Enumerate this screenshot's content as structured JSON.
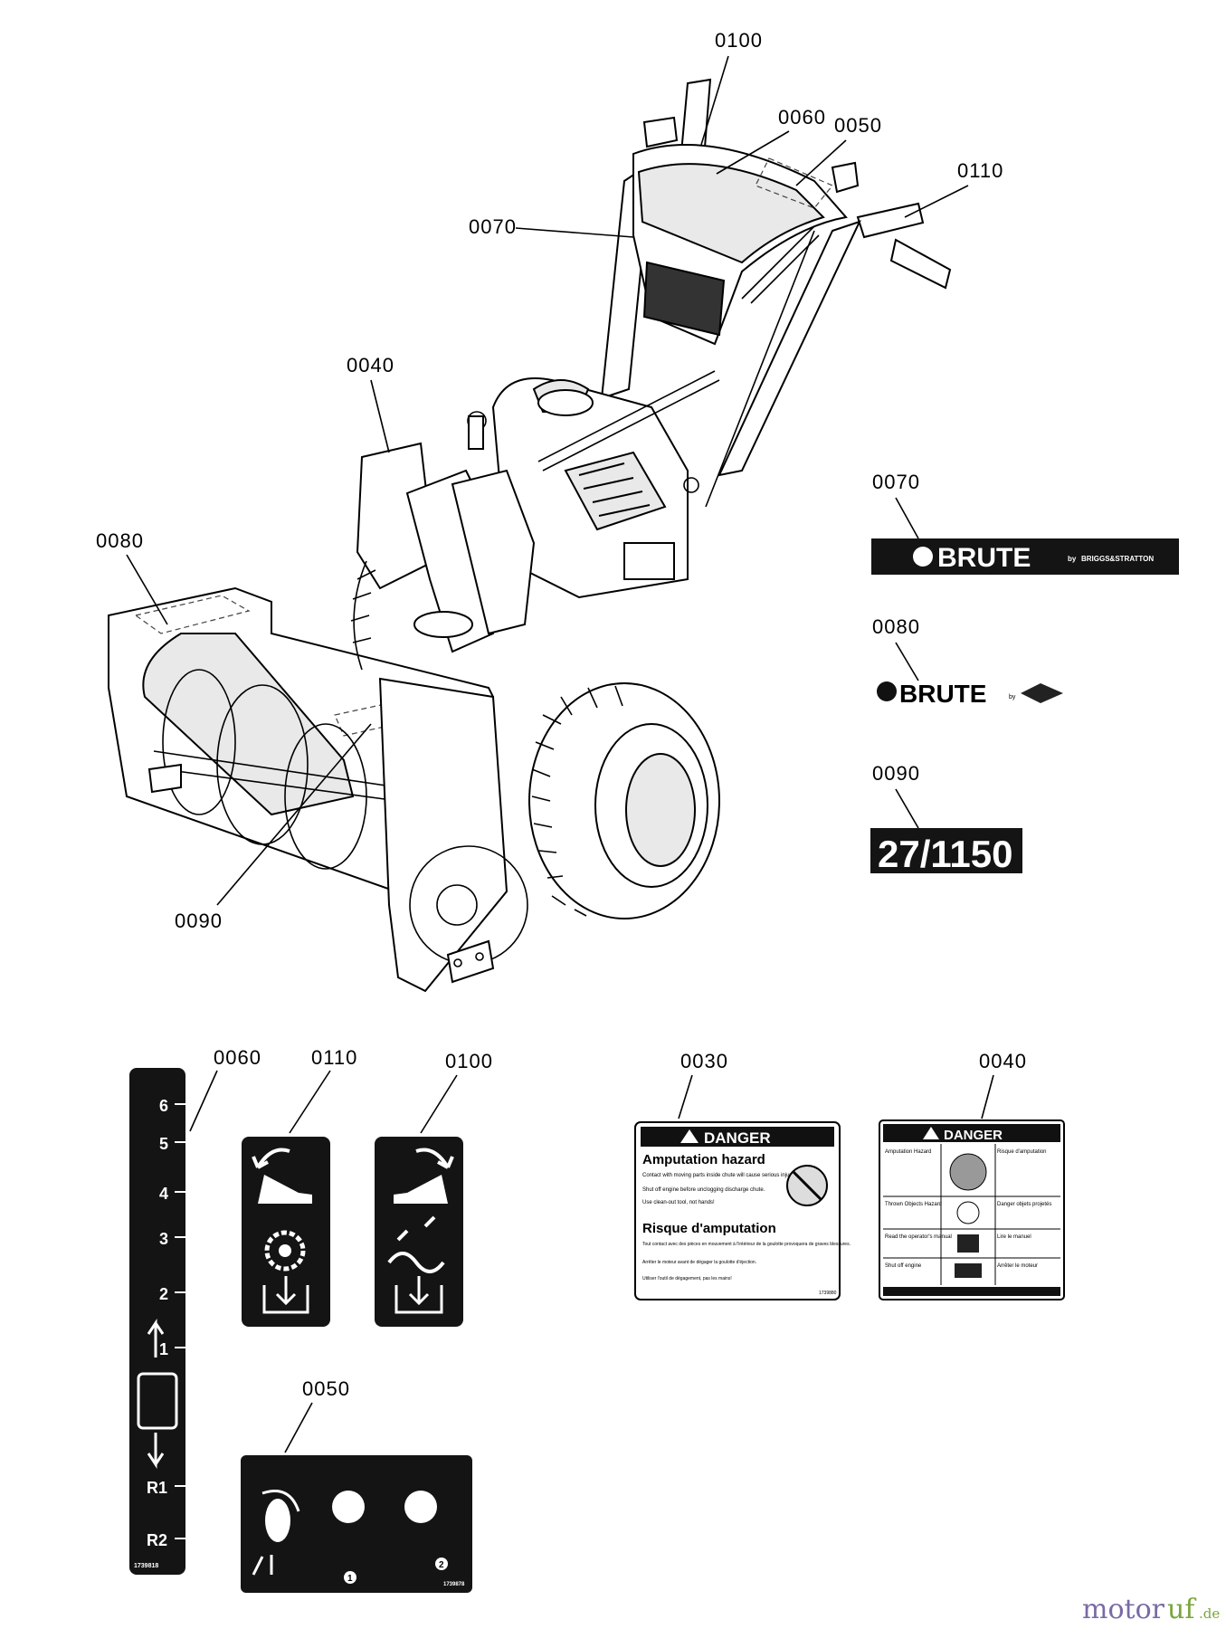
{
  "callouts": {
    "c0100_top": "0100",
    "c0060_top": "0060",
    "c0050_top": "0050",
    "c0110_top": "0110",
    "c0070_top": "0070",
    "c0040_top": "0040",
    "c0080_top": "0080",
    "c0090_top": "0090",
    "c0070_decal": "0070",
    "c0080_decal": "0080",
    "c0090_decal": "0090",
    "c0060_decal": "0060",
    "c0110_decal": "0110",
    "c0100_decal": "0100",
    "c0030_decal": "0030",
    "c0040_decal": "0040",
    "c0050_decal": "0050"
  },
  "decals": {
    "brute_wordmark": "BRUTE",
    "brute_by": "by",
    "brute_maker": "BRIGGS&STRATTON",
    "model": "27/1150",
    "speed_labels": [
      "6",
      "5",
      "4",
      "3",
      "2",
      "1",
      "R1",
      "R2"
    ],
    "speed_partno": "1739818",
    "chute_partno": "1739878",
    "chute_num_1": "1",
    "chute_num_2": "2",
    "danger_0030": {
      "header": "DANGER",
      "title_en": "Amputation hazard",
      "text_en": "Contact with moving parts inside chute will cause serious injury.",
      "bullet_1": "Shut off engine before unclogging discharge chute.",
      "bullet_2": "Use clean-out tool, not hands!",
      "title_fr": "Risque d'amputation",
      "text_fr": "Tout contact avec des pièces en mouvement à l'intérieur de la goulotte provoquera de graves blessures.",
      "bullet_fr_1": "Arrêter le moteur avant de dégager la goulotte d'éjection.",
      "bullet_fr_2": "Utiliser l'outil de dégagement, pas les mains!",
      "partno": "1739880"
    },
    "danger_0040": {
      "header": "DANGER",
      "cell_1": "Amputation Hazard",
      "cell_2": "Risque d'amputation",
      "cell_3": "Thrown Objects Hazard",
      "cell_4": "Danger objets projetés",
      "cell_5": "Read the operator's manual",
      "cell_6": "Lire le manuel",
      "cell_7": "Shut off engine",
      "cell_8": "Arrêter le moteur"
    }
  },
  "watermark": {
    "brand_a": "motor",
    "brand_b": "uf",
    "domain": ".de"
  }
}
